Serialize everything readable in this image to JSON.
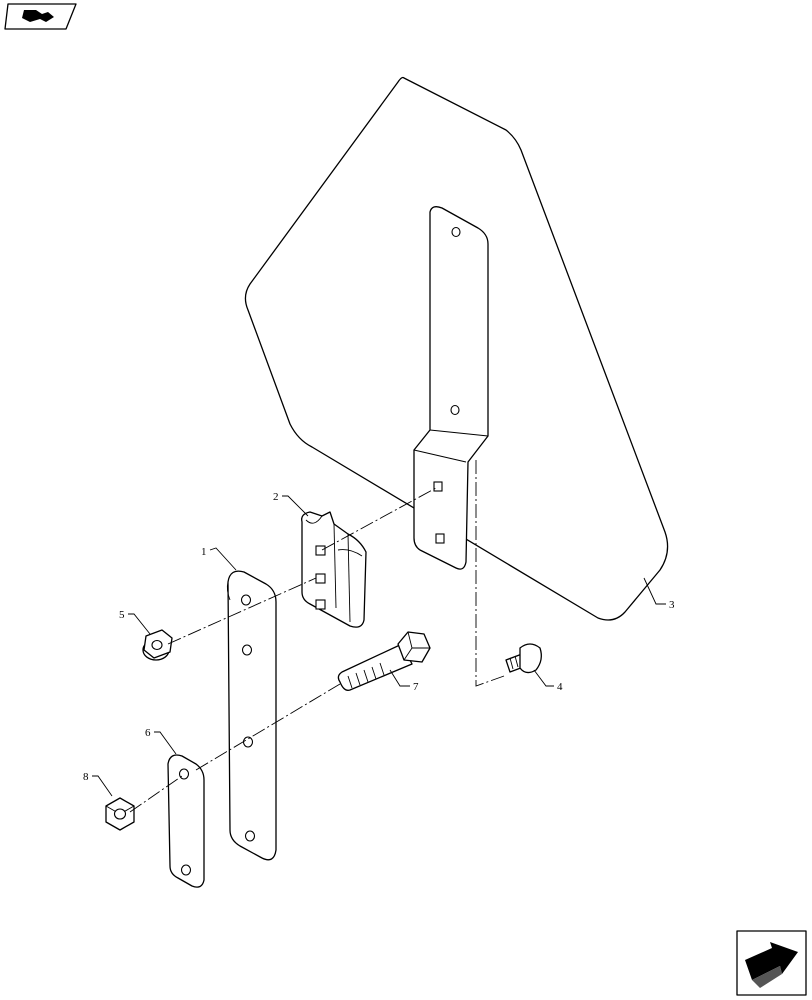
{
  "callouts": [
    {
      "id": "1",
      "label": "1"
    },
    {
      "id": "2",
      "label": "2"
    },
    {
      "id": "3",
      "label": "3"
    },
    {
      "id": "4",
      "label": "4"
    },
    {
      "id": "5",
      "label": "5"
    },
    {
      "id": "6",
      "label": "6"
    },
    {
      "id": "7",
      "label": "7"
    },
    {
      "id": "8",
      "label": "8"
    }
  ],
  "icons": {
    "top_left": "book-arrow-icon",
    "bottom_right": "next-page-arrow-icon"
  },
  "colors": {
    "line": "#000000",
    "background": "#ffffff"
  }
}
